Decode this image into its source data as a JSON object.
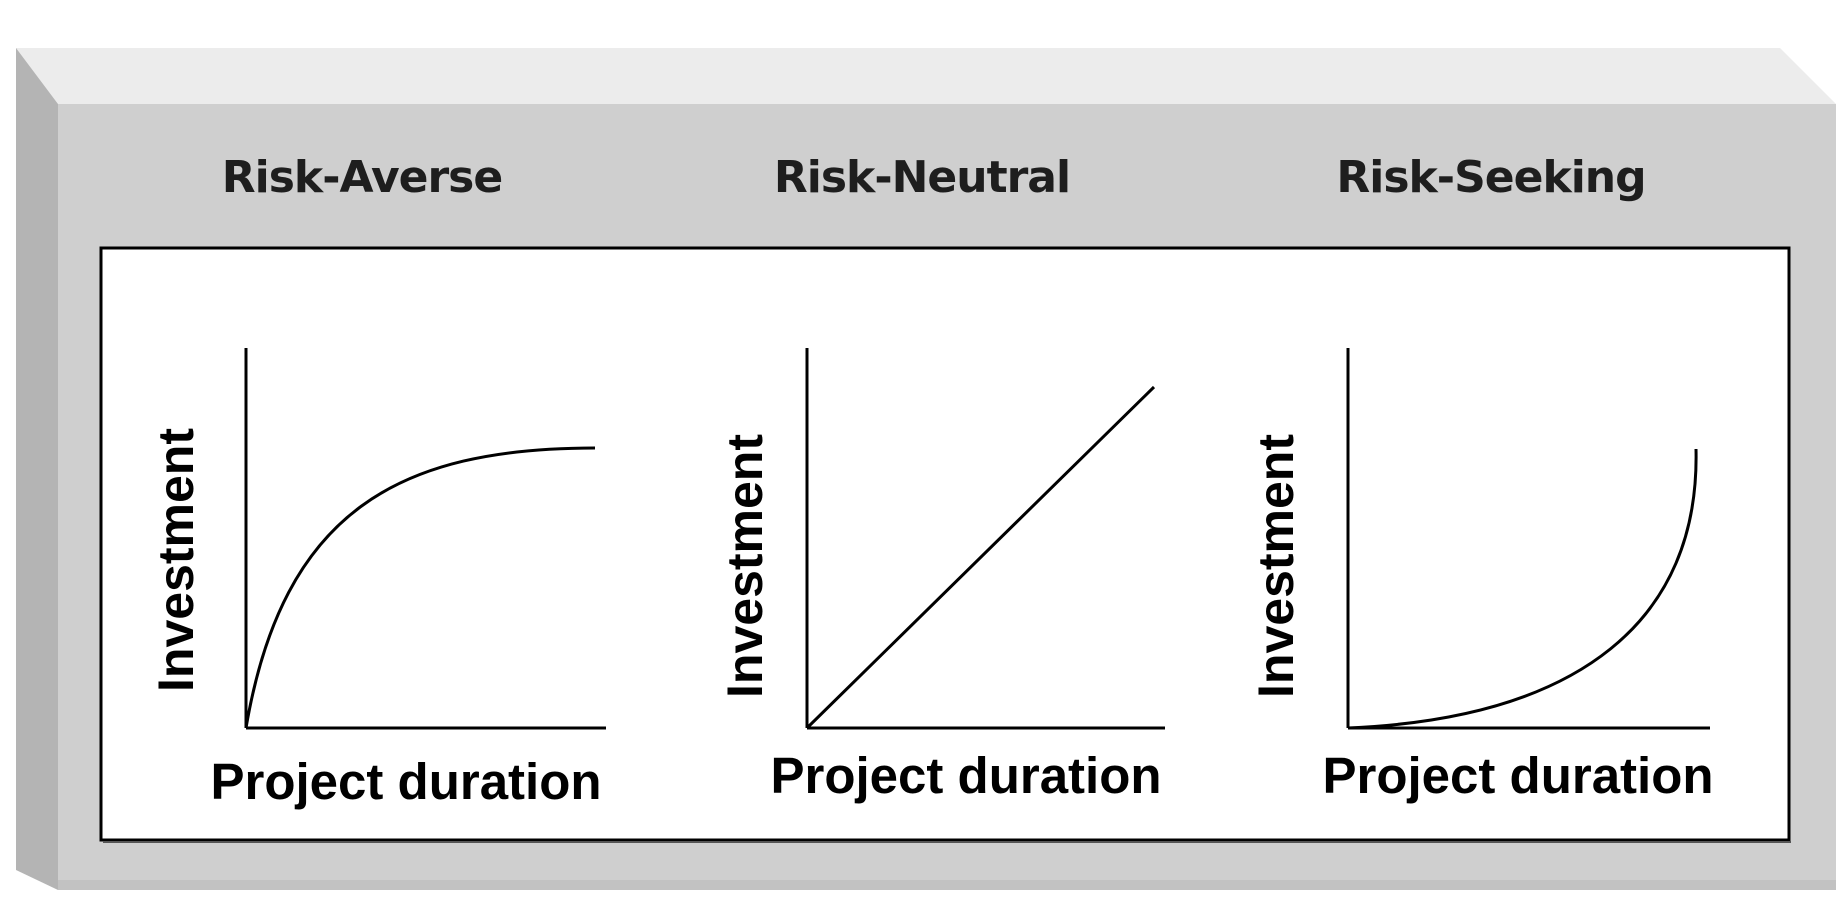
{
  "panels": [
    {
      "title": "Risk-Averse",
      "ylabel": "Investment",
      "xlabel": "Project duration",
      "curve": "concave"
    },
    {
      "title": "Risk-Neutral",
      "ylabel": "Investment",
      "xlabel": "Project duration",
      "curve": "linear"
    },
    {
      "title": "Risk-Seeking",
      "ylabel": "Investment",
      "xlabel": "Project duration",
      "curve": "convex"
    }
  ],
  "colors": {
    "frame_face": "#cfcfcf",
    "frame_top": "#ececec",
    "frame_side": "#b4b4b4",
    "inner_panel": "#ffffff",
    "ink": "#000000"
  }
}
